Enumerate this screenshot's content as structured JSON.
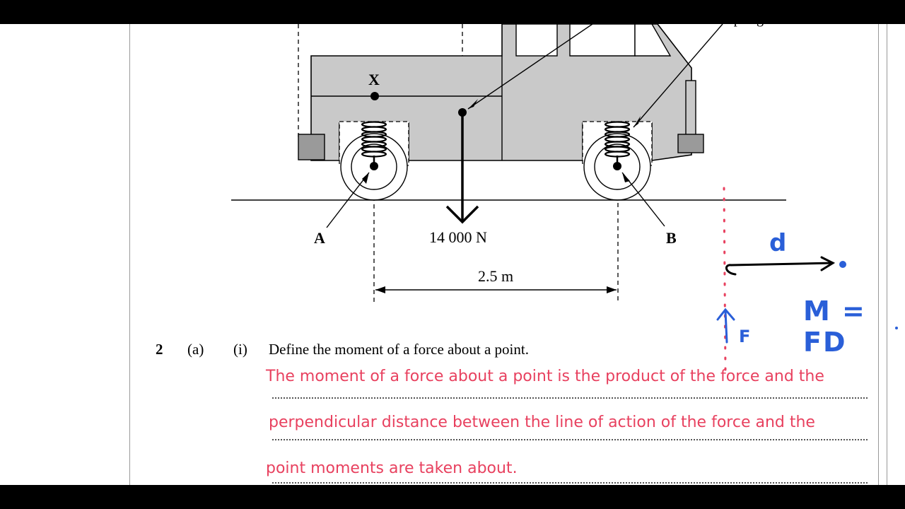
{
  "diagram": {
    "label_x": "X",
    "label_a": "A",
    "label_b": "B",
    "weight_label": "14 000 N",
    "distance_label": "2.5 m",
    "partial_label": "spring"
  },
  "question": {
    "number": "2",
    "part": "(a)",
    "subpart": "(i)",
    "prompt": "Define the moment of a force about a point."
  },
  "answer": {
    "line1": "The moment of a force about a point is the product of the force and the",
    "line2": "perpendicular distance between the line of action of the force and the",
    "line3": "point moments are taken about."
  },
  "annotations": {
    "d_label": "d",
    "f_label": "F",
    "formula": "M = FD",
    "colors": {
      "blue": "#2a5fd8",
      "red": "#e8415f"
    }
  }
}
